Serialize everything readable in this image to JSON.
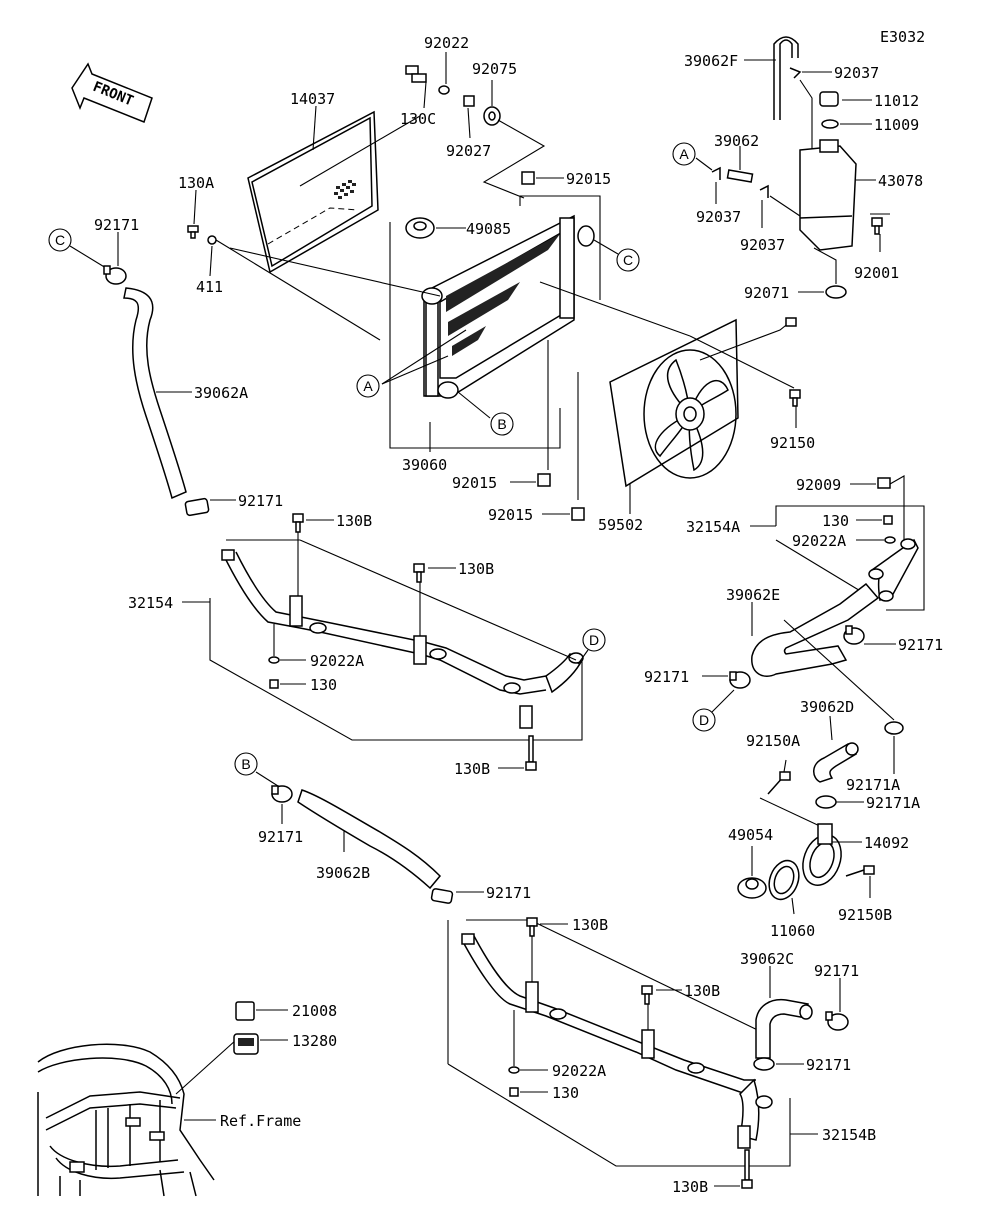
{
  "diagram_code": "E3032",
  "front_label": "FRONT",
  "ref_frame_label": "Ref.Frame",
  "labels": {
    "p14037": "14037",
    "p130A": "130A",
    "p411": "411",
    "p92022_top": "92022",
    "p92075": "92075",
    "p130C": "130C",
    "p92027": "92027",
    "p92015_a": "92015",
    "p49085": "49085",
    "p39060": "39060",
    "p92015_b": "92015",
    "p92015_c": "92015",
    "p39062F": "39062F",
    "p92037_a": "92037",
    "p11012": "11012",
    "p11009": "11009",
    "p39062": "39062",
    "p43078": "43078",
    "p92037_b": "92037",
    "p92037_c": "92037",
    "p92001": "92001",
    "p92071": "92071",
    "p92150": "92150",
    "p59502": "59502",
    "p92171_c": "92171",
    "p39062A": "39062A",
    "p92171_a": "92171",
    "p130B_a": "130B",
    "p130B_b": "130B",
    "p32154": "32154",
    "p92022A_a": "92022A",
    "p130_a": "130",
    "p130B_c": "130B",
    "p92009": "92009",
    "p32154A": "32154A",
    "p130_b": "130",
    "p92022A_b": "92022A",
    "p39062E": "39062E",
    "p92171_d": "92171",
    "p92171_e": "92171",
    "p39062D": "39062D",
    "p92150A": "92150A",
    "p92171A_a": "92171A",
    "p92171A_b": "92171A",
    "p49054": "49054",
    "p14092": "14092",
    "p11060": "11060",
    "p92150B": "92150B",
    "p92171_b1": "92171",
    "p39062B": "39062B",
    "p92171_b2": "92171",
    "p130B_d": "130B",
    "p130B_e": "130B",
    "p39062C": "39062C",
    "p92171_f": "92171",
    "p92171_g": "92171",
    "p92022A_c": "92022A",
    "p130_c": "130",
    "p32154B": "32154B",
    "p130B_f": "130B",
    "p21008": "21008",
    "p13280": "13280"
  },
  "callouts": {
    "A": "A",
    "B": "B",
    "C": "C",
    "D": "D"
  }
}
